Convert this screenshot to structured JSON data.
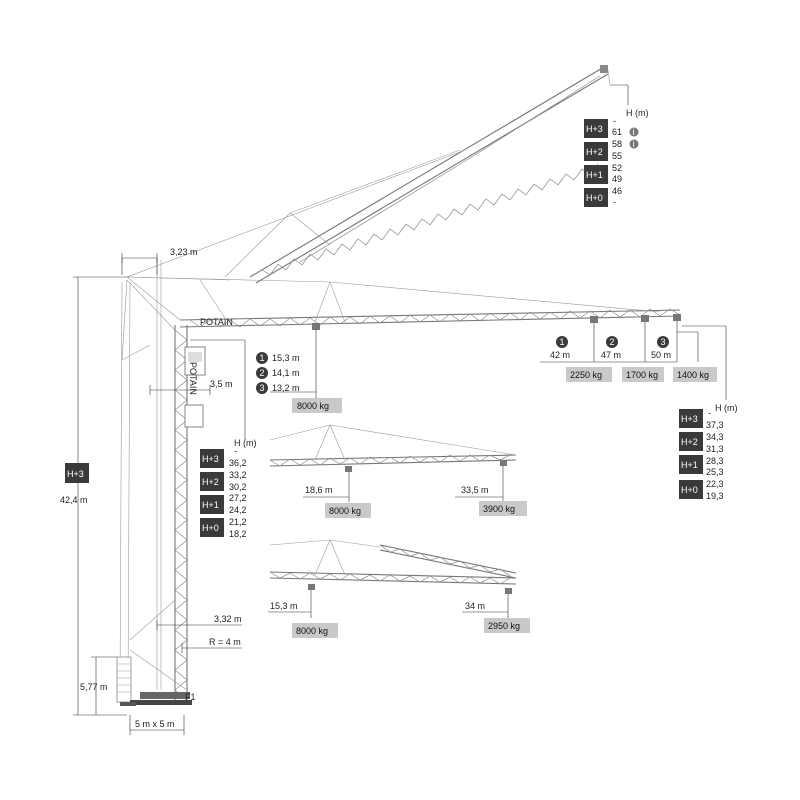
{
  "dims": {
    "tower_top_offset": "3,23 m",
    "cab_offset": "3,5 m",
    "base_offset": "3,32 m",
    "radius": "R = 4 m",
    "total_height": "42,4 m",
    "ballast_height": "5,77 m",
    "base_size": "5 m x 5 m",
    "f1": "F1",
    "h_m": "H (m)"
  },
  "luffed_table": {
    "labels": [
      "H+3",
      "H+2",
      "H+1",
      "H+0"
    ],
    "values": [
      "-",
      "61",
      "58",
      "55",
      "52",
      "49",
      "46",
      "-"
    ]
  },
  "tower_table": {
    "labels": [
      "H+3",
      "H+2",
      "H+1",
      "H+0"
    ],
    "values": [
      "-",
      "36,2",
      "33,2",
      "30,2",
      "27,2",
      "24,2",
      "21,2",
      "18,2"
    ]
  },
  "main_table": {
    "labels": [
      "H+3",
      "H+2",
      "H+1",
      "H+0"
    ],
    "values": [
      "-",
      "37,3",
      "34,3",
      "31,3",
      "28,3",
      "25,3",
      "22,3",
      "19,3"
    ]
  },
  "main_boom": {
    "circles": [
      "1",
      "2",
      "3"
    ],
    "mid_values": [
      "15,3 m",
      "14,1 m",
      "13,2 m"
    ],
    "mid_load": "8000 kg",
    "tip_radii": [
      "42 m",
      "47 m",
      "50 m"
    ],
    "tip_loads": [
      "2250 kg",
      "1700 kg",
      "1400 kg"
    ]
  },
  "config2": {
    "near_radius": "18,6 m",
    "near_load": "8000 kg",
    "far_radius": "33,5 m",
    "far_load": "3900 kg"
  },
  "config3": {
    "near_radius": "15,3 m",
    "near_load": "8000 kg",
    "far_radius": "34 m",
    "far_load": "2950 kg"
  },
  "cab_logo": "POTAIN",
  "boom_logo": "POTAIN",
  "icons": [
    "info-icon",
    "info-icon"
  ]
}
